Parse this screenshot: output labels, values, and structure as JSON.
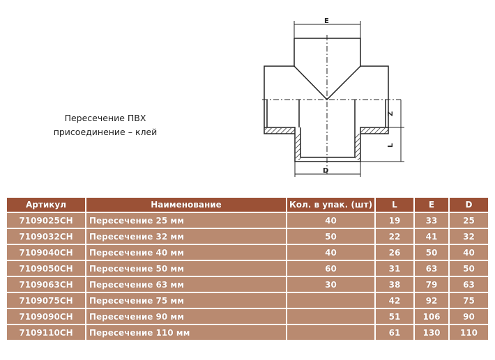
{
  "caption": {
    "line1": "Пересечение ПВХ",
    "line2": "присоединение – клей"
  },
  "diagram": {
    "labels": {
      "E": "E",
      "Z": "Z",
      "L": "L",
      "D": "D"
    }
  },
  "table": {
    "headers": [
      "Артикул",
      "Наименование",
      "Кол. в упак.  (шт)",
      "L",
      "E",
      "D"
    ],
    "rows": [
      [
        "7109025CH",
        "Пересечение 25 мм",
        "40",
        "19",
        "33",
        "25"
      ],
      [
        "7109032CH",
        "Пересечение 32 мм",
        "50",
        "22",
        "41",
        "32"
      ],
      [
        "7109040CH",
        "Пересечение 40 мм",
        "40",
        "26",
        "50",
        "40"
      ],
      [
        "7109050CH",
        "Пересечение 50 мм",
        "60",
        "31",
        "63",
        "50"
      ],
      [
        "7109063CH",
        "Пересечение 63 мм",
        "30",
        "38",
        "79",
        "63"
      ],
      [
        "7109075CH",
        "Пересечение 75 мм",
        "",
        "42",
        "92",
        "75"
      ],
      [
        "7109090CH",
        "Пересечение 90 мм",
        "",
        "51",
        "106",
        "90"
      ],
      [
        "7109110CH",
        "Пересечение 110 мм",
        "",
        "61",
        "130",
        "110"
      ]
    ]
  }
}
